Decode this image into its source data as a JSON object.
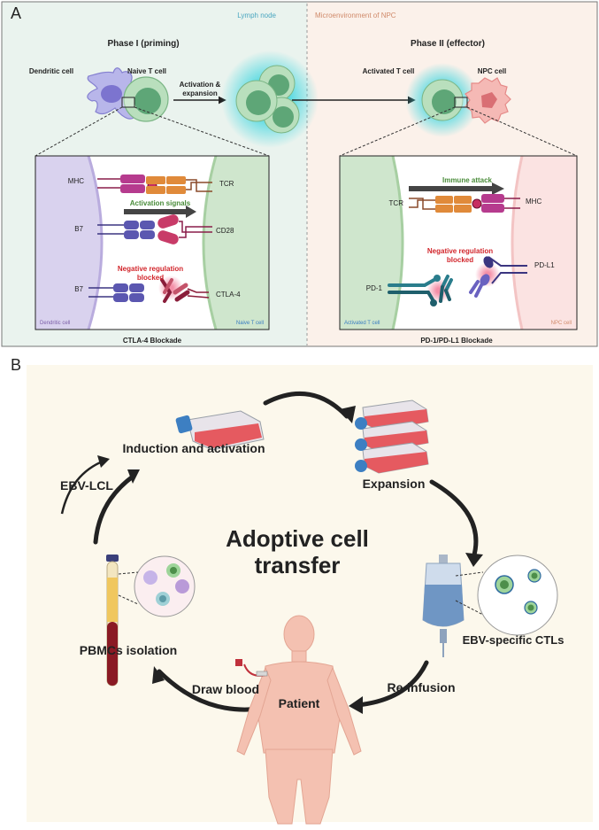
{
  "panel_a": {
    "letter": "A",
    "region_left": "Lymph node",
    "region_right": "Microenvironment of NPC",
    "phase1": "Phase I (priming)",
    "phase2": "Phase II (effector)",
    "dendritic_cell": "Dendritic cell",
    "naive_t_cell": "Naive T cell",
    "activation_line1": "Activation &",
    "activation_line2": "expansion",
    "activated_t_cell": "Activated T cell",
    "npc_cell": "NPC cell",
    "left_box": {
      "mhc": "MHC",
      "tcr": "TCR",
      "activation_signals": "Activation signals",
      "b7a": "B7",
      "cd28": "CD28",
      "neg_line1": "Negative regulation",
      "neg_line2": "blocked",
      "b7b": "B7",
      "ctla4": "CTLA-4",
      "dc_label": "Dendritic cell",
      "tc_label": "Naive T cell"
    },
    "right_box": {
      "immune_attack": "Immune attack",
      "tcr": "TCR",
      "mhc": "MHC",
      "neg_line1": "Negative regulation",
      "neg_line2": "blocked",
      "pd1": "PD-1",
      "pdl1": "PD-L1",
      "at_label": "Activated T cell",
      "npc_label": "NPC cell"
    },
    "caption_left": "CTLA-4 Blockade",
    "caption_right": "PD-1/PD-L1 Blockade"
  },
  "panel_b": {
    "letter": "B",
    "center_line1": "Adoptive cell",
    "center_line2": "transfer",
    "induction": "Induction and activation",
    "expansion": "Expansion",
    "ebv_lcl": "EBV-LCL",
    "ebv_ctls": "EBV-specific CTLs",
    "pbmcs": "PBMCs isolation",
    "reinfusion": "Re-infusion",
    "draw_blood": "Draw blood",
    "patient": "Patient"
  },
  "colors": {
    "lymph_bg": "#eaf3ee",
    "npc_bg": "#fbf1ea",
    "panel_b_bg": "#fcf8ec",
    "green_text": "#4a8c3a",
    "red_text": "#d2262c",
    "purple_text": "#7b5ea7",
    "blue_text": "#3a7dc0",
    "teal_text": "#4aa6c0",
    "salmon_text": "#d08a6a"
  }
}
